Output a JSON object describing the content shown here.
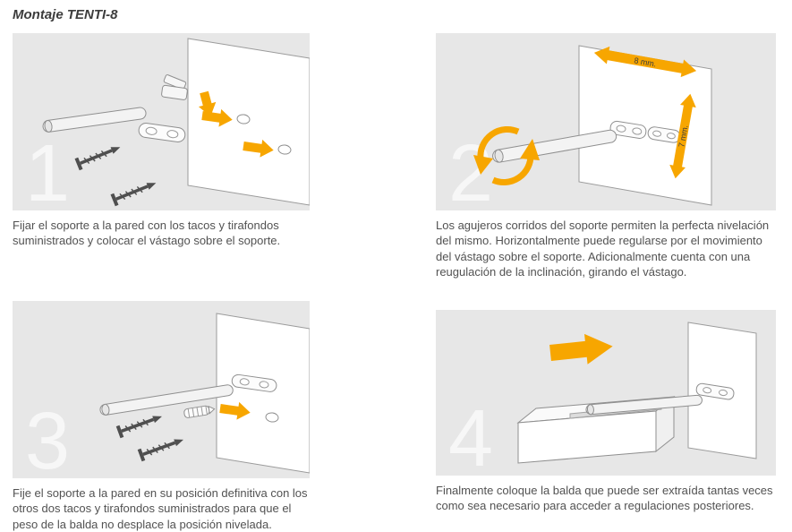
{
  "page": {
    "title": "Montaje TENTI-8"
  },
  "steps": [
    {
      "number": "1",
      "caption": "Fijar el soporte a la pared con los tacos y tirafondos suministrados y colocar el vástago sobre el soporte."
    },
    {
      "number": "2",
      "caption": "Los agujeros corridos del soporte permiten la perfecta nivelación del mismo. Horizontalmente puede regularse por el movimiento del vástago sobre el soporte. Adicionalmente cuenta con una reugulación de la inclinación, girando el vástago.",
      "labels": {
        "horizontal": "8 mm.",
        "vertical": "7 mm."
      }
    },
    {
      "number": "3",
      "caption": "Fije el soporte a la pared en su posición definitiva con los otros dos tacos y tirafondos suministrados para que el peso de la balda no desplace la posición nivelada."
    },
    {
      "number": "4",
      "caption": "Finalmente coloque la balda que puede ser extraída tantas veces como sea necesario para acceder a regulaciones posteriores."
    }
  ],
  "colors": {
    "accent_arrow": "#F7A600",
    "panel_background": "#E7E7E7",
    "line": "#8F8F8F",
    "text": "#525252"
  }
}
